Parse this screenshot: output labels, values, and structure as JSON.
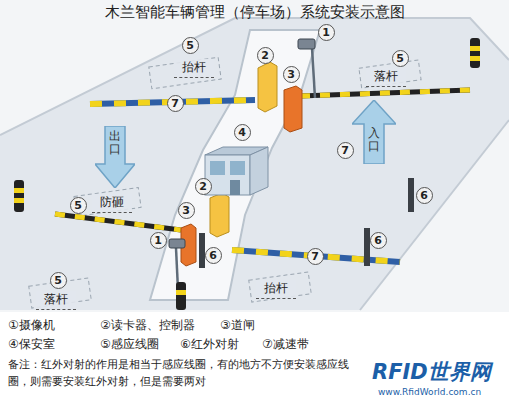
{
  "diagram": {
    "title": "木兰智能车辆管理（停车场）系统安装示意图",
    "nodes": [
      {
        "text": [
          "5"
        ]
      },
      {
        "text": [
          "1"
        ]
      },
      {
        "text": [
          "2"
        ]
      },
      {
        "text": [
          "3"
        ]
      },
      {
        "text": [
          "5"
        ]
      },
      {
        "text": [
          "7"
        ]
      },
      {
        "text": [
          "4"
        ]
      },
      {
        "text": [
          "入口"
        ]
      },
      {
        "text": [
          "7"
        ]
      },
      {
        "text": [
          "出口"
        ]
      },
      {
        "text": [
          "2"
        ]
      },
      {
        "text": [
          "3"
        ]
      },
      {
        "text": [
          "5"
        ]
      },
      {
        "text": [
          "6"
        ]
      },
      {
        "text": [
          "1"
        ]
      },
      {
        "text": [
          "6"
        ]
      },
      {
        "text": [
          "6"
        ]
      },
      {
        "text": [
          "7"
        ]
      },
      {
        "text": [
          "5"
        ]
      }
    ],
    "labels": [
      "抬杆",
      "落杆",
      "防砸",
      "落杆",
      "抬杆",
      "①摄像机",
      "②读卡器、控制器",
      "③道闸",
      "④保安室",
      "⑤感应线圈",
      "⑥红外对射",
      "⑦减速带",
      "备注：红外对射的作用是相当于感应线圈，有的地方不方便安装感应线圈，则需要安装红外对射，但是需要两对",
      "RFID世界网",
      "www.RfidWorld.com.cn"
    ]
  }
}
